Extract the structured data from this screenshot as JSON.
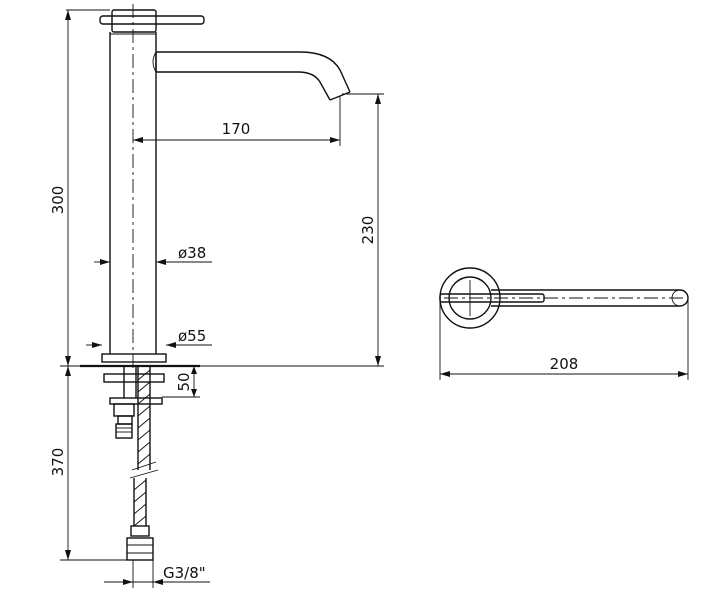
{
  "dimensions": {
    "total_height": "300",
    "spout_reach": "170",
    "spout_height": "230",
    "body_diameter": "ø38",
    "base_diameter": "ø55",
    "deck_thickness": "50",
    "hose_length": "370",
    "connection_thread": "G3/8\"",
    "plan_length": "208"
  }
}
